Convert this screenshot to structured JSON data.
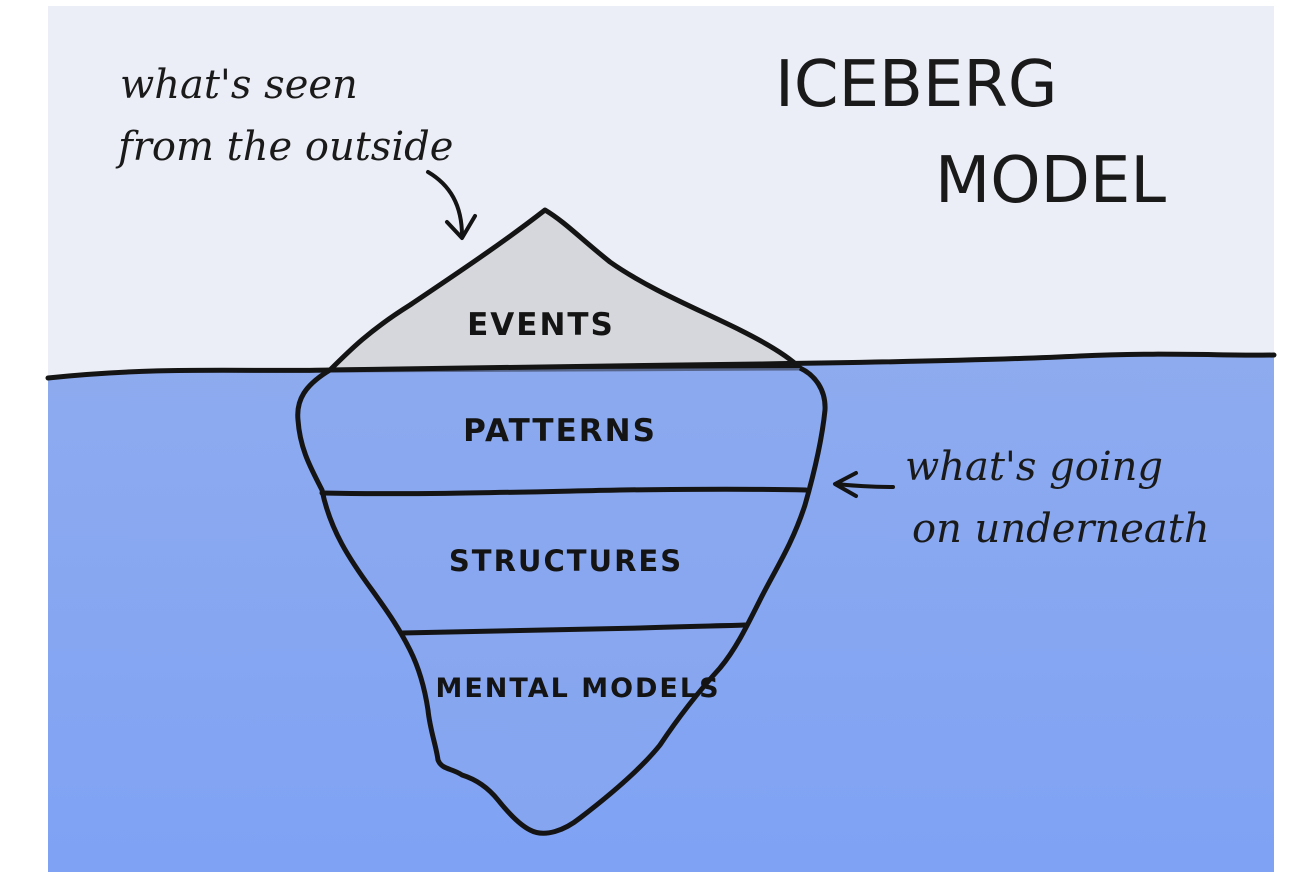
{
  "diagram": {
    "title_line1": "ICEBERG",
    "title_line2": "MODEL",
    "annotation_top_line1": "what's seen",
    "annotation_top_line2": "from the outside",
    "annotation_right_line1": "what's going",
    "annotation_right_line2": "on underneath",
    "layers": [
      "EVENTS",
      "PATTERNS",
      "STRUCTURES",
      "MENTAL MODELS"
    ]
  },
  "colors": {
    "sky": "#eceef7",
    "water": "#8caaf0",
    "water_deep": "#7ea1f3",
    "tip": "#d6d7dc",
    "ink": "#141414"
  }
}
